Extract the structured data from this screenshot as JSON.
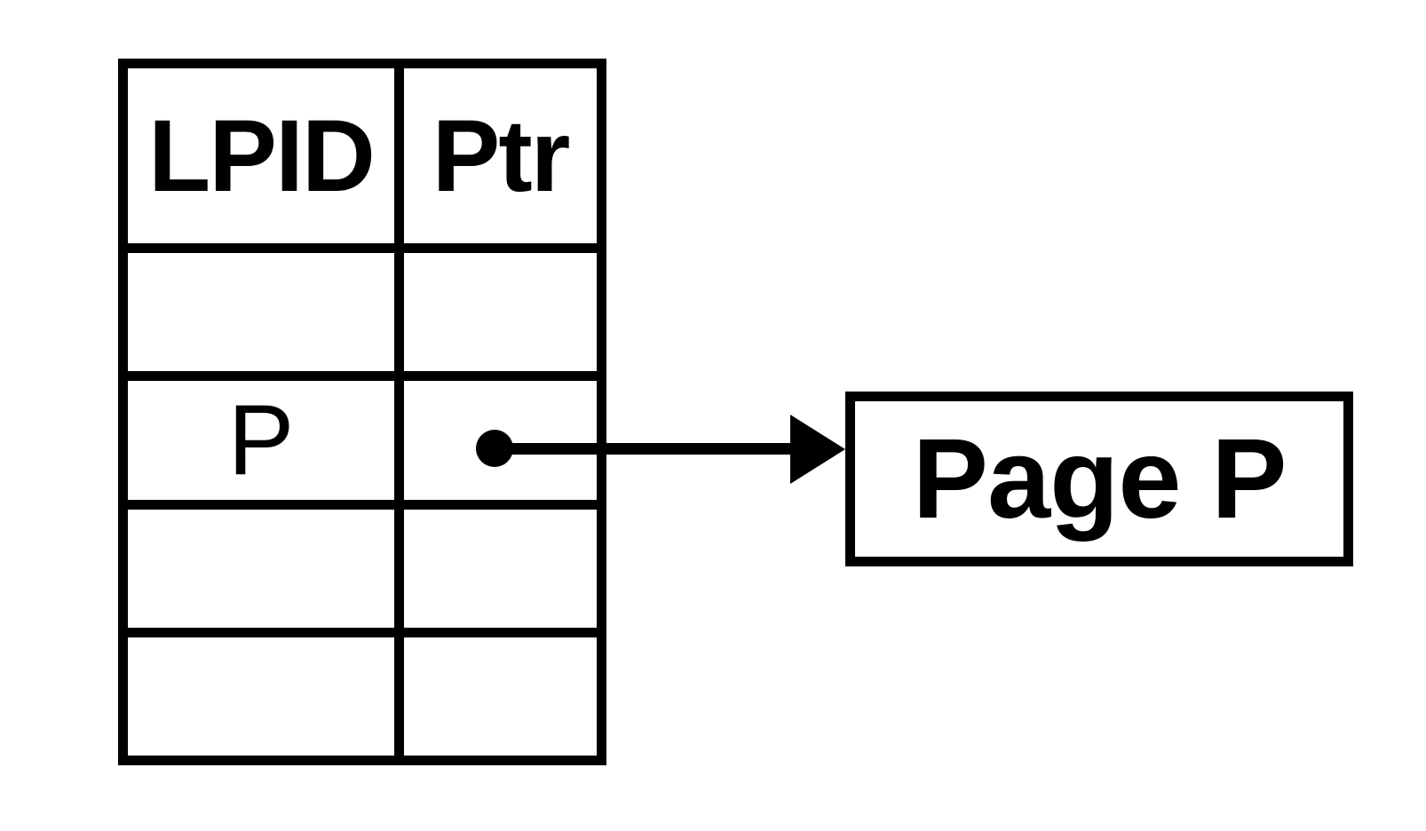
{
  "colors": {
    "ink": "#000000",
    "background": "#ffffff"
  },
  "mapping_table": {
    "column_headers": [
      "LPID",
      "Ptr"
    ],
    "rows": [
      {
        "lpid": "",
        "ptr": ""
      },
      {
        "lpid": "P",
        "ptr": ""
      },
      {
        "lpid": "",
        "ptr": ""
      },
      {
        "lpid": "",
        "ptr": ""
      }
    ]
  },
  "pointer": {
    "origin_icon": "filled-circle",
    "arrow_icon": "right-arrowhead"
  },
  "target_box": {
    "label": "Page P"
  }
}
